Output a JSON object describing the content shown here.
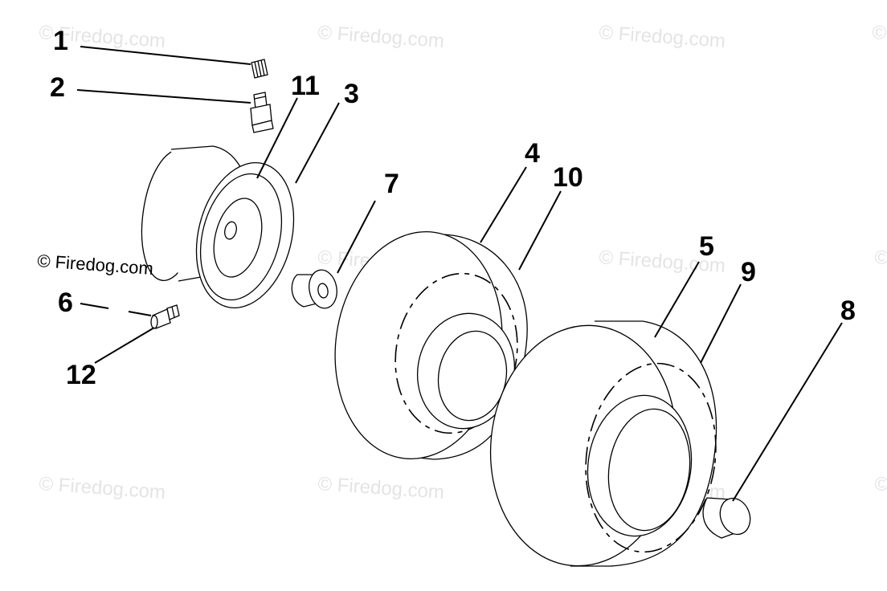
{
  "watermark": {
    "text": "© Firedog.com",
    "color": "#e4e4e4",
    "foreground_color": "#000000"
  },
  "callouts": [
    {
      "id": "1",
      "label": "1"
    },
    {
      "id": "2",
      "label": "2"
    },
    {
      "id": "3",
      "label": "3"
    },
    {
      "id": "4",
      "label": "4"
    },
    {
      "id": "5",
      "label": "5"
    },
    {
      "id": "6",
      "label": "6"
    },
    {
      "id": "7",
      "label": "7"
    },
    {
      "id": "8",
      "label": "8"
    },
    {
      "id": "9",
      "label": "9"
    },
    {
      "id": "10",
      "label": "10"
    },
    {
      "id": "11",
      "label": "11"
    },
    {
      "id": "12",
      "label": "12"
    }
  ],
  "parts": [
    "valve-cap",
    "valve-stem",
    "wheel-rim",
    "front-tire",
    "rear-tire",
    "grease-fitting",
    "flange-bushing",
    "hub-cap",
    "rear-tire-tread",
    "front-tire-tread",
    "wheel-rim-inner",
    "grease-fitting-tip"
  ]
}
